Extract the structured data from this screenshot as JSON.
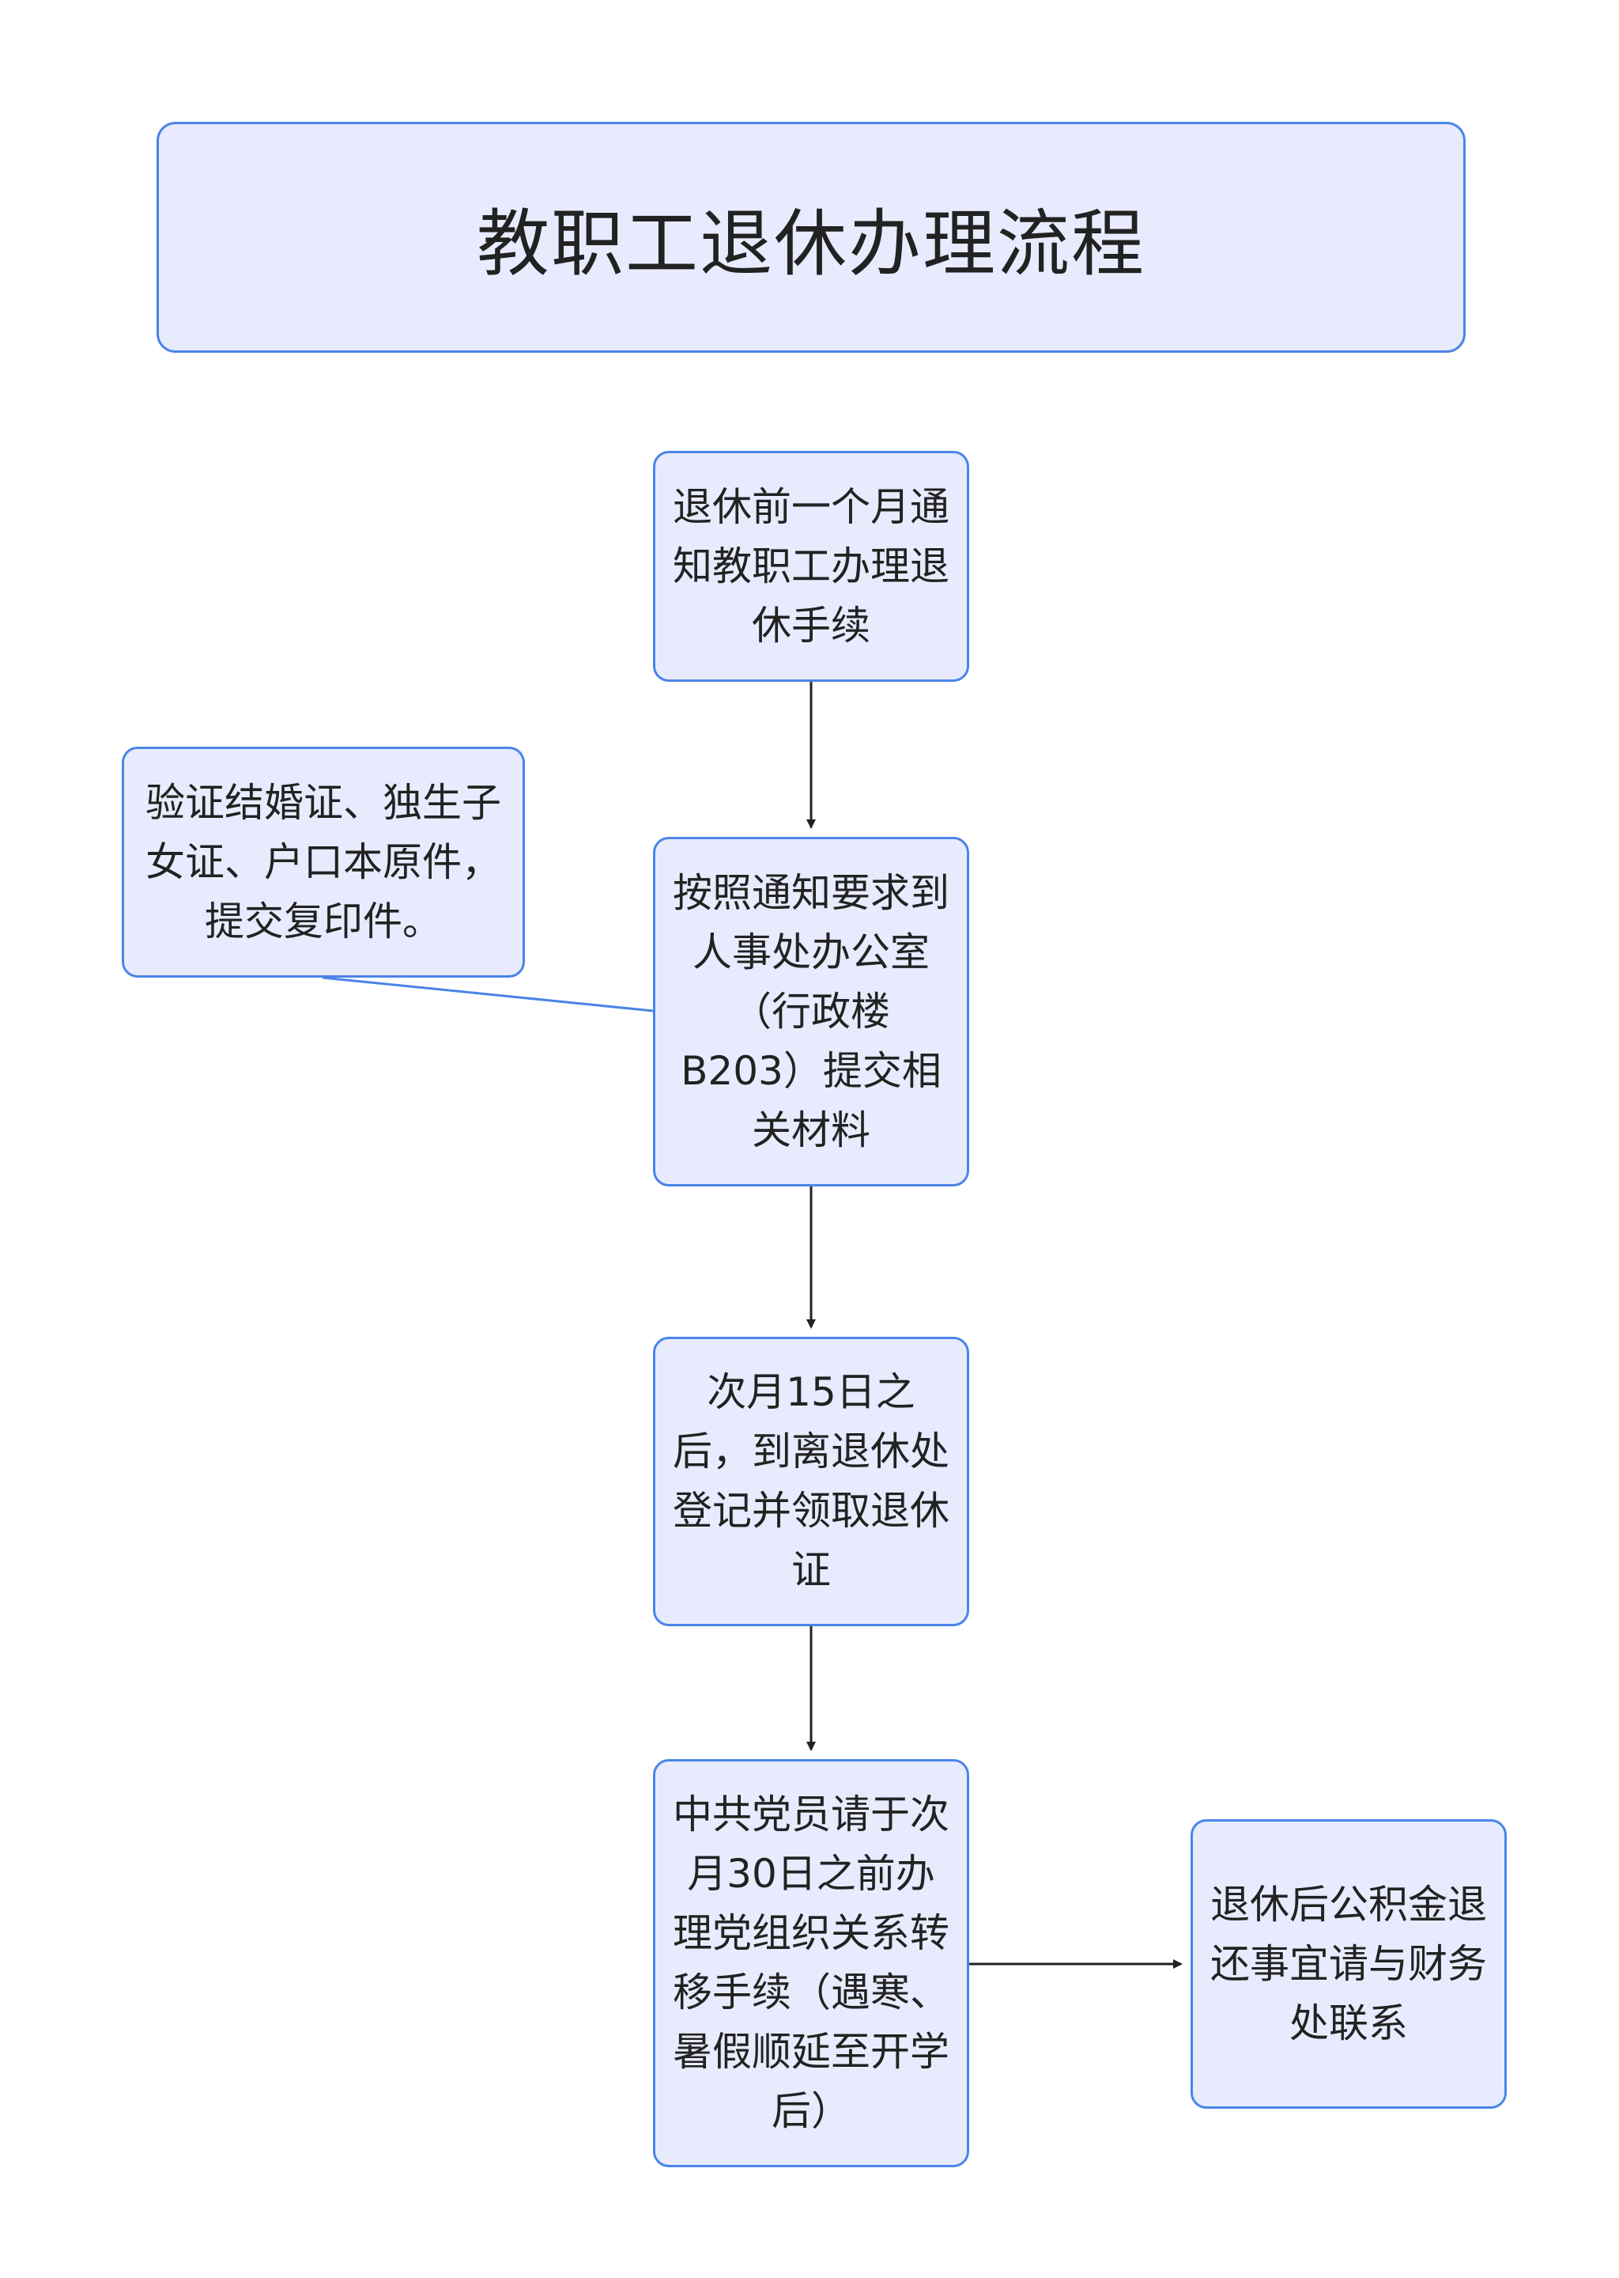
{
  "title": "教职工退休办理流程",
  "nodes": {
    "step1": [
      "退休前一个月通",
      "知教职工办理退",
      "休手续"
    ],
    "step2": [
      "按照通知要求到",
      "人事处办公室",
      "（行政楼",
      "B203）提交相",
      "关材料"
    ],
    "step3": [
      "次月15日之",
      "后，到离退休处",
      "登记并领取退休",
      "证"
    ],
    "step4": [
      "中共党员请于次",
      "月30日之前办",
      "理党组织关系转",
      "移手续（遇寒、",
      "暑假顺延至开学",
      "后）"
    ],
    "note": [
      "验证结婚证、独生子",
      "女证、户口本原件，",
      "提交复印件。"
    ],
    "side": [
      "退休后公积金退",
      "还事宜请与财务",
      "处联系"
    ]
  },
  "colors": {
    "node_fill": "#e8ebfd",
    "node_border": "#4a84e8",
    "arrow": "#222222",
    "note_link": "#4a84e8"
  }
}
